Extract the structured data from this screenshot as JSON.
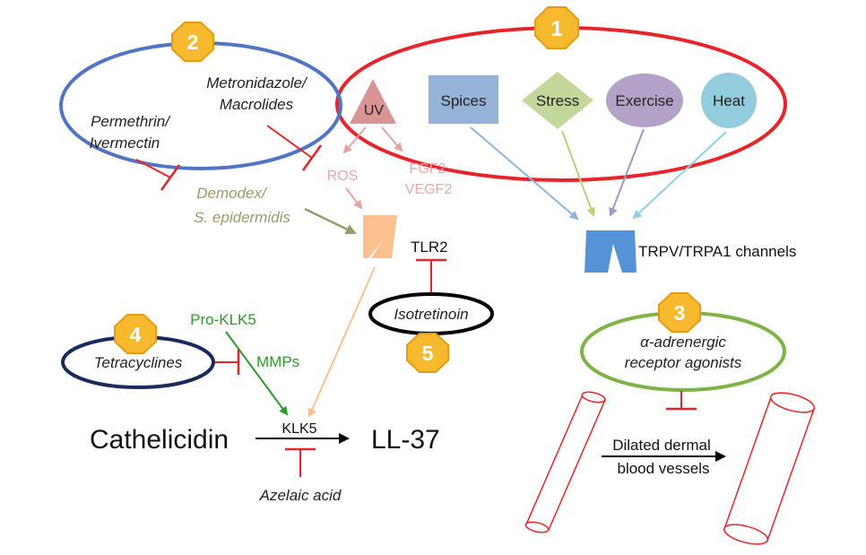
{
  "badges": [
    "1",
    "2",
    "3",
    "4",
    "5"
  ],
  "triggers": {
    "uv": "UV",
    "spices": "Spices",
    "stress": "Stress",
    "exercise": "Exercise",
    "heat": "Heat"
  },
  "mediators": {
    "ros": "ROS",
    "fgf2": "FGF2",
    "vegf2": "VEGF2",
    "demodex_line1": "Demodex/",
    "demodex_line2": "S. epidermidis",
    "tlr2": "TLR2",
    "trpv": "TRPV/TRPA1 channels",
    "pro_klk5": "Pro-KLK5",
    "mmps": "MMPs",
    "klk5": "KLK5",
    "cathelicidin": "Cathelicidin",
    "ll37": "LL-37",
    "vessels_line1": "Dilated dermal",
    "vessels_line2": "blood vessels"
  },
  "treatments": {
    "metronidazole_line1": "Metronidazole/",
    "metronidazole_line2": "Macrolides",
    "permethrin_line1": "Permethrin/",
    "permethrin_line2": "Ivermectin",
    "tetracyclines": "Tetracyclines",
    "isotretinoin": "Isotretinoin",
    "azelaic": "Azelaic acid",
    "alpha_line1": "α-adrenergic",
    "alpha_line2": "receptor agonists"
  },
  "colors": {
    "red": "#e8242a",
    "blue_ellipse": "#4f75c4",
    "green_ellipse": "#7db445",
    "navy_ellipse": "#1a2a5c",
    "badge_fill": "#f7b92e",
    "badge_stroke": "#e59b14",
    "uv_fill": "#d99593",
    "spices_fill": "#95b3d7",
    "stress_fill": "#c4d79b",
    "exercise_fill": "#b3a2c7",
    "heat_fill": "#93cddd",
    "tlr2_fill": "#fac090",
    "trpv_fill": "#5592d6",
    "inhibit_red": "#e8242a",
    "pink_text": "#e6a8a6",
    "olive_text": "#9a9a6a",
    "green_arrow": "#2c9a2c"
  }
}
